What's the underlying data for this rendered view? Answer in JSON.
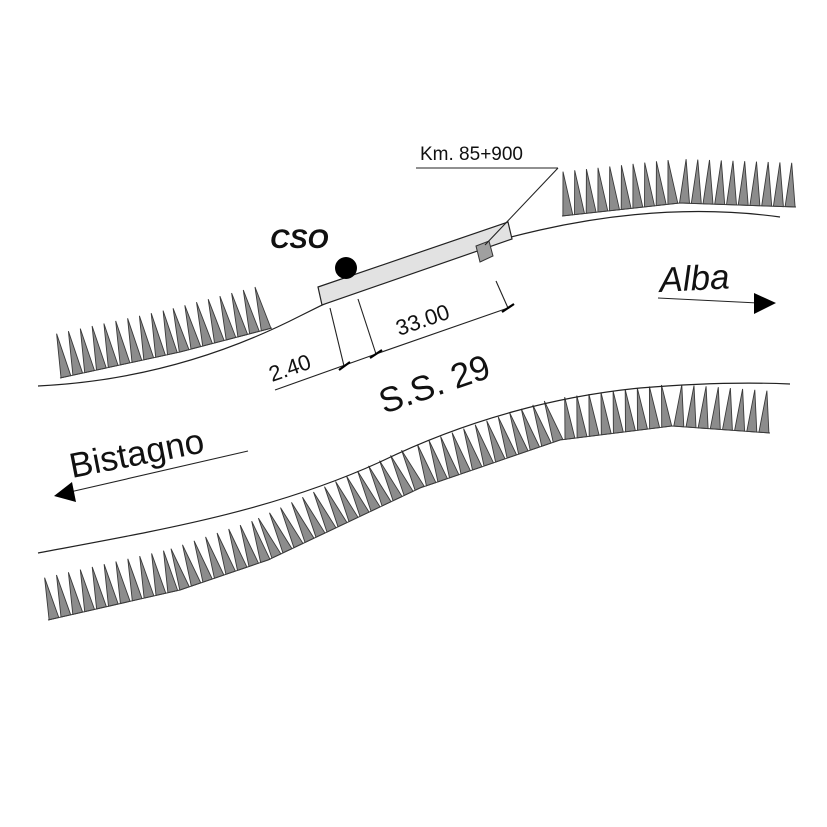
{
  "labels": {
    "station": "CSO",
    "kilometer": "Km. 85+900",
    "dim_long": "33.00",
    "dim_short": "2.40",
    "road": "S.S. 29",
    "dest_right": "Alba",
    "dest_left": "Bistagno"
  },
  "colors": {
    "spike_fill": "#8c8c8c",
    "structure_fill": "#e2e2e2",
    "marker_fill": "#a0a0a0"
  }
}
